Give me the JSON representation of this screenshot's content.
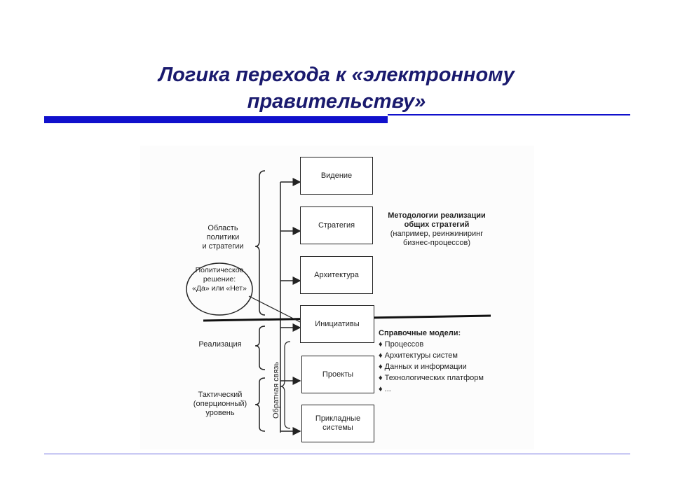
{
  "slide": {
    "title_line1": "Логика перехода к «электронному",
    "title_line2": "правительству»"
  },
  "diagram": {
    "boxes": [
      "Видение",
      "Стратегия",
      "Архитектура",
      "Инициативы",
      "Проекты",
      "Прикладные системы"
    ],
    "left_labels": {
      "policy_area": [
        "Область",
        "политики",
        "и стратегии"
      ],
      "decision": [
        "Политическое",
        "решение:",
        "«Да» или «Нет»"
      ],
      "implementation": "Реализация",
      "tactical": [
        "Тактический",
        "(оперционный)",
        "уровень"
      ]
    },
    "feedback_label": "Обратная связь",
    "methodologies": [
      "Методологии реализации",
      "общих стратегий",
      "(например, реинжиниринг",
      "бизнес-процессов)"
    ],
    "reference_models": {
      "heading": "Справочные модели:",
      "items": [
        "♦ Процессов",
        "♦ Архитектуры систем",
        "♦ Данных и информации",
        "♦ Технологических платформ",
        "♦ ..."
      ]
    },
    "colors": {
      "title": "#1a1a6e",
      "accent": "#1111cc"
    }
  }
}
